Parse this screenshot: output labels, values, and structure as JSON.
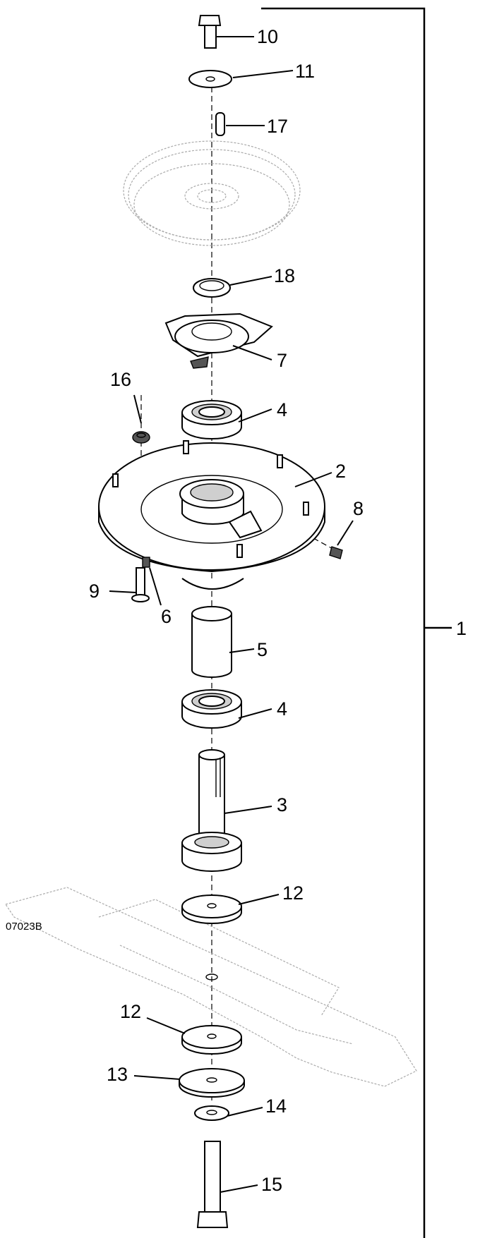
{
  "figure_code": "07023B",
  "assembly_callout": "1",
  "callouts": {
    "bolt": "10",
    "top_washer": "11",
    "key": "17",
    "spacer_ring": "18",
    "bearing_retainer": "7",
    "lock_nut": "16",
    "upper_bearing": "4",
    "housing": "2",
    "grease_fitting": "8",
    "mount_bolt": "9",
    "set_screw": "6",
    "bearing_spacer": "5",
    "lower_bearing": "4",
    "spindle_shaft": "3",
    "upper_blade_washer": "12",
    "lower_blade_washer": "12",
    "large_washer": "13",
    "lock_washer": "14",
    "blade_bolt": "15"
  }
}
